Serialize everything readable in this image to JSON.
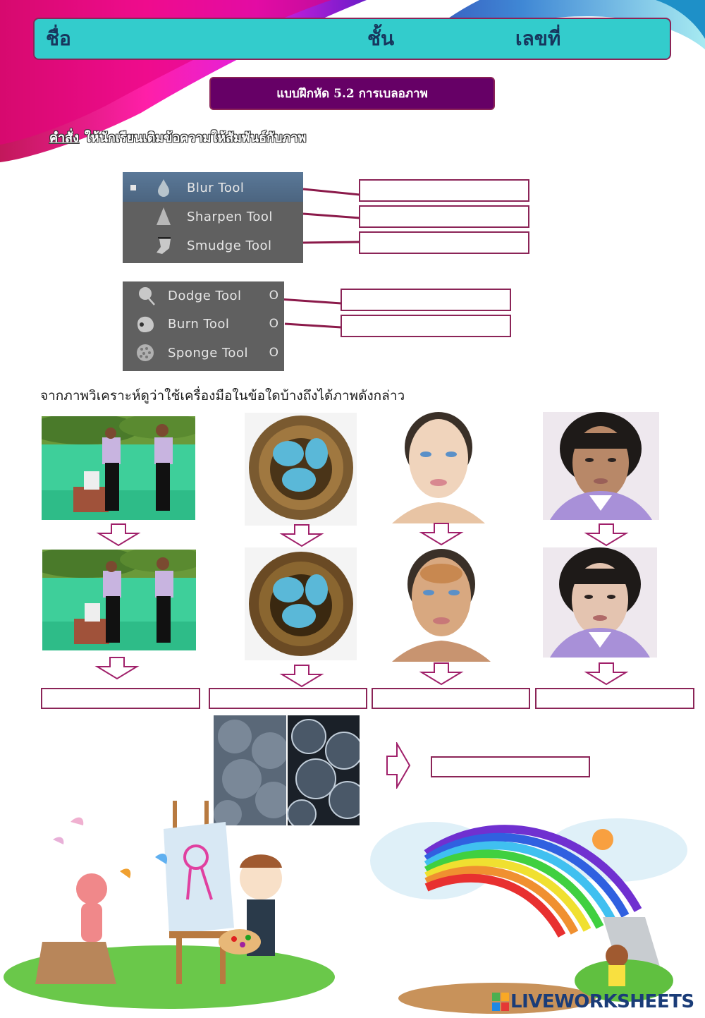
{
  "header": {
    "name_label": "ชื่อ",
    "class_label": "ชั้น",
    "number_label": "เลขที่"
  },
  "title": "แบบฝึกหัด 5.2 การเบลอภาพ",
  "instruction": {
    "lead": "คำสั่ง",
    "text": "ให้นักเรียนเติมข้อความให้สัมพันธ์กับภาพ"
  },
  "tool_panel_1": {
    "tools": [
      {
        "label": "Blur Tool",
        "icon": "blur-drop-icon",
        "selected": true,
        "answer": ""
      },
      {
        "label": "Sharpen Tool",
        "icon": "sharpen-cone-icon",
        "selected": false,
        "answer": ""
      },
      {
        "label": "Smudge Tool",
        "icon": "smudge-finger-icon",
        "selected": false,
        "answer": ""
      }
    ]
  },
  "tool_panel_2": {
    "tools": [
      {
        "label": "Dodge Tool",
        "key": "O",
        "icon": "dodge-lollipop-icon",
        "answer": ""
      },
      {
        "label": "Burn Tool",
        "key": "O",
        "icon": "burn-hand-icon",
        "answer": ""
      },
      {
        "label": "Sponge Tool",
        "key": "O",
        "icon": "sponge-icon"
      }
    ]
  },
  "question": "จากภาพวิเคราะห์ดูว่าใช้เครื่องมือในข้อใดบ้างถึงได้ภาพดังกล่าว",
  "image_pairs": [
    {
      "before": "students-garden-photo",
      "after": "students-garden-photo-blurred",
      "answer": ""
    },
    {
      "before": "bird-nest-blue-eggs",
      "after": "bird-nest-blue-eggs-darker",
      "answer": ""
    },
    {
      "before": "woman-face-photo",
      "after": "woman-face-photo-burned",
      "answer": ""
    },
    {
      "before": "student-portrait",
      "after": "student-portrait-smoothed",
      "answer": ""
    }
  ],
  "blueberry_example": {
    "left": "blueberries-soft",
    "right": "blueberries-sharpened",
    "answer": ""
  },
  "colors": {
    "header_bg": "#33cccc",
    "header_text": "#17365d",
    "title_bg": "#660066",
    "accent_border": "#8b2457"
  },
  "watermark": "LIVEWORKSHEETS"
}
